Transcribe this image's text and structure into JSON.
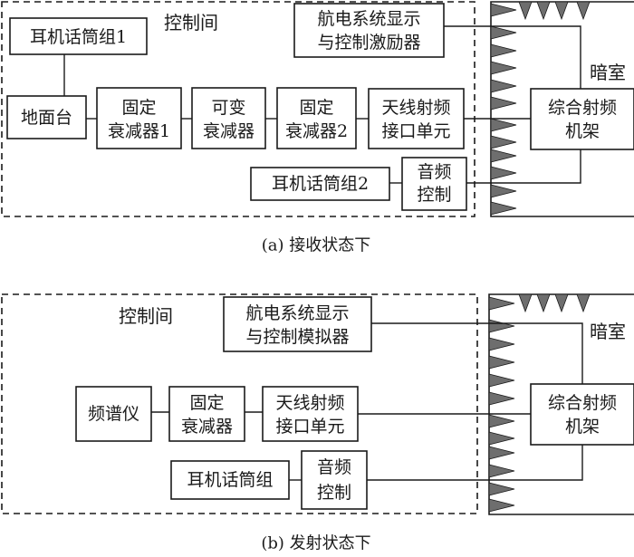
{
  "panel_a": {
    "caption": "(a) 接收状态下",
    "control_room_label": "控制间",
    "darkroom_label": "暗室",
    "blocks": {
      "headset1": "耳机话筒组1",
      "ground": "地面台",
      "fixed_att1": [
        "固定",
        "衰减器1"
      ],
      "var_att": [
        "可变",
        "衰减器"
      ],
      "fixed_att2": [
        "固定",
        "衰减器2"
      ],
      "antenna_if": [
        "天线射频",
        "接口单元"
      ],
      "avionics": [
        "航电系统显示",
        "与控制激励器"
      ],
      "headset2": "耳机话筒组2",
      "audio": [
        "音频",
        "控制"
      ],
      "rf_rack": [
        "综合射频",
        "机架"
      ]
    }
  },
  "panel_b": {
    "caption": "(b) 发射状态下",
    "control_room_label": "控制间",
    "darkroom_label": "暗室",
    "blocks": {
      "spectrum": "频谱仪",
      "fixed_att": [
        "固定",
        "衰减器"
      ],
      "antenna_if": [
        "天线射频",
        "接口单元"
      ],
      "avionics": [
        "航电系统显示",
        "与控制模拟器"
      ],
      "headset": "耳机话筒组",
      "audio": [
        "音频",
        "控制"
      ],
      "rf_rack": [
        "综合射频",
        "机架"
      ]
    }
  },
  "colors": {
    "absorber": "#6e6e6e",
    "line": "#1a1a1a"
  }
}
